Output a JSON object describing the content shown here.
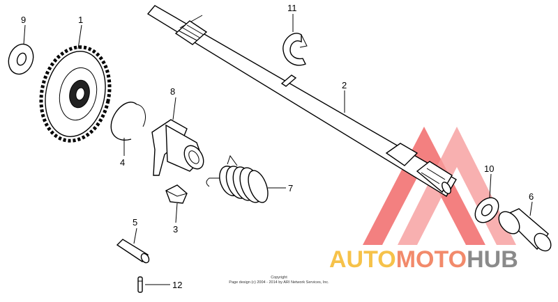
{
  "callouts": {
    "c1": "1",
    "c2": "2",
    "c3": "3",
    "c4": "4",
    "c5": "5",
    "c6": "6",
    "c7": "7",
    "c8": "8",
    "c9": "9",
    "c10": "10",
    "c11": "11",
    "c12": "12"
  },
  "copyright": {
    "line1": "Copyright",
    "line2": "Page design (c) 2004 - 2014 by ARI Network Services, Inc."
  },
  "watermark": {
    "auto": "AUTO",
    "moto": "MOTO",
    "hub": "HUB",
    "color_auto": "#f6c24a",
    "color_moto": "#f28a6b",
    "color_hub": "#8a8a8a",
    "triangle_color": "#f26b6b"
  }
}
